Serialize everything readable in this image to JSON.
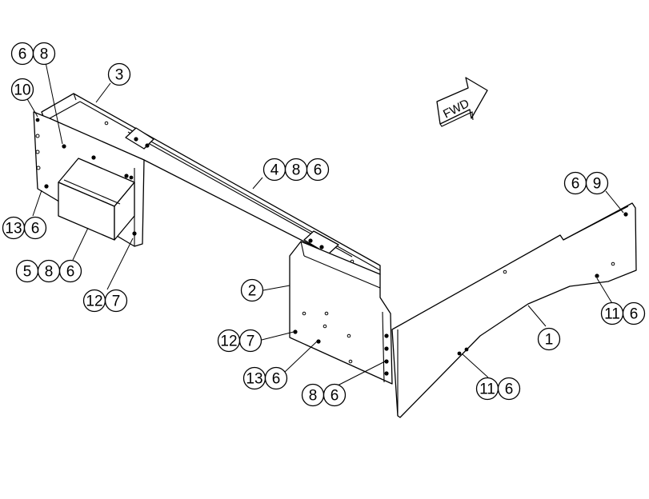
{
  "fwd_label": "FWD",
  "callouts": [
    {
      "id": "c-6-8-top",
      "labels": [
        "6",
        "8"
      ]
    },
    {
      "id": "c-10",
      "labels": [
        "10"
      ]
    },
    {
      "id": "c-3",
      "labels": [
        "3"
      ]
    },
    {
      "id": "c-13-6-left",
      "labels": [
        "13",
        "6"
      ]
    },
    {
      "id": "c-5-8-6",
      "labels": [
        "5",
        "8",
        "6"
      ]
    },
    {
      "id": "c-12-7-left",
      "labels": [
        "12",
        "7"
      ]
    },
    {
      "id": "c-4-8-6",
      "labels": [
        "4",
        "8",
        "6"
      ]
    },
    {
      "id": "c-2",
      "labels": [
        "2"
      ]
    },
    {
      "id": "c-12-7-mid",
      "labels": [
        "12",
        "7"
      ]
    },
    {
      "id": "c-13-6-mid",
      "labels": [
        "13",
        "6"
      ]
    },
    {
      "id": "c-8-6",
      "labels": [
        "8",
        "6"
      ]
    },
    {
      "id": "c-6-9",
      "labels": [
        "6",
        "9"
      ]
    },
    {
      "id": "c-11-6-right",
      "labels": [
        "11",
        "6"
      ]
    },
    {
      "id": "c-1",
      "labels": [
        "1"
      ]
    },
    {
      "id": "c-11-6-bottom",
      "labels": [
        "11",
        "6"
      ]
    }
  ]
}
